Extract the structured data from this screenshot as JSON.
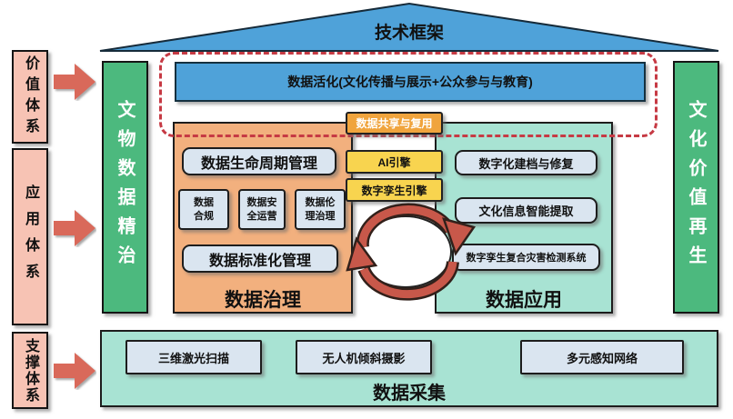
{
  "roof": {
    "label": "技术框架"
  },
  "left_systems": {
    "items": [
      {
        "label": "价值体系"
      },
      {
        "label": "应用体系"
      },
      {
        "label": "支撑体系"
      }
    ]
  },
  "pillars": {
    "left": "文物数据精治",
    "right": "文化价值再生"
  },
  "activation": {
    "label": "数据活化(文化传播与展示+公众参与与教育)"
  },
  "shared": {
    "label": "数据共享与复用"
  },
  "engines": {
    "items": [
      "AI引擎",
      "数字孪生引擎"
    ]
  },
  "governance": {
    "title": "数据治理",
    "lifecycle": "数据生命周期管理",
    "compliance": "数据\n合规",
    "security": "数据安\n全运营",
    "ethics": "数据伦\n理治理",
    "standardization": "数据标准化管理"
  },
  "application": {
    "title": "数据应用",
    "items": [
      "数字化建档与修复",
      "文化信息智能提取",
      "数字孪生复合灾害检测系统"
    ]
  },
  "collection": {
    "title": "数据采集",
    "items": [
      "三维激光扫描",
      "无人机倾斜摄影",
      "多元感知网络"
    ]
  },
  "colors": {
    "roof_blue": "#4FA2D9",
    "system_pink": "#F7C3B4",
    "arrow_red": "#C8584A",
    "pillar_green": "#4CB97E",
    "mint_green": "#A8E3D3",
    "governance_orange": "#F2B07E",
    "item_blue": "#DAE5F0",
    "engine_yellow": "#F8D44F",
    "shared_orange": "#F0A43D",
    "dashed_red": "#C63A44"
  }
}
